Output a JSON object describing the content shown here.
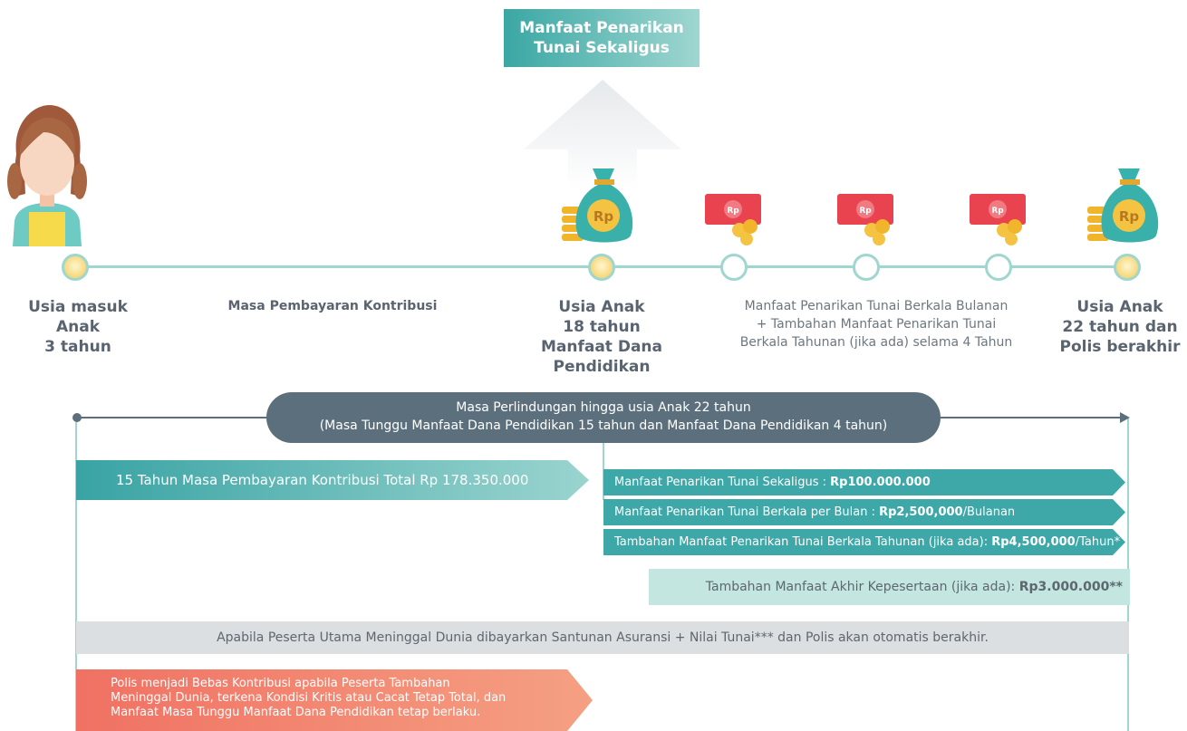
{
  "banner": {
    "line1": "Manfaat Penarikan",
    "line2": "Tunai Sekaligus"
  },
  "stages": {
    "entry": {
      "line1": "Usia masuk",
      "line2": "Anak",
      "line3": "3 tahun"
    },
    "payment_period": "Masa Pembayaran Kontribusi",
    "age18": {
      "line1": "Usia Anak",
      "line2": "18 tahun",
      "line3": "Manfaat Dana",
      "line4": "Pendidikan"
    },
    "periodic": {
      "line1": "Manfaat Penarikan Tunai Berkala Bulanan",
      "line2": "+ Tambahan Manfaat Penarikan Tunai",
      "line3": "Berkala Tahunan (jika ada) selama 4 Tahun"
    },
    "age22": {
      "line1": "Usia Anak",
      "line2": "22 tahun dan",
      "line3": "Polis berakhir"
    }
  },
  "protection": {
    "line1": "Masa Perlindungan hingga usia Anak 22 tahun",
    "line2": "(Masa Tunggu Manfaat Dana Pendidikan 15 tahun dan Manfaat Dana Pendidikan 4 tahun)"
  },
  "contribution": "15 Tahun Masa Pembayaran Kontribusi Total Rp 178.350.000",
  "benefits": {
    "lump_sum": {
      "label": "Manfaat Penarikan Tunai Sekaligus : ",
      "amount": "Rp100.000.000",
      "suffix": ""
    },
    "monthly": {
      "label": "Manfaat Penarikan Tunai Berkala per Bulan : ",
      "amount": "Rp2,500,000",
      "suffix": "/Bulanan"
    },
    "yearly": {
      "label": "Tambahan Manfaat Penarikan Tunai Berkala Tahunan (jika ada): ",
      "amount": "Rp4,500,000",
      "suffix": "/Tahun*"
    },
    "end_of_membership": {
      "label": "Tambahan Manfaat Akhir Kepesertaan (jika ada): ",
      "amount": "Rp3.000.000**"
    }
  },
  "death_benefit": "Apabila Peserta Utama Meninggal Dunia dibayarkan Santunan Asuransi + Nilai Tunai*** dan Polis akan otomatis berakhir.",
  "waiver": {
    "line1": "Polis menjadi Bebas Kontribusi apabila Peserta Tambahan",
    "line2": "Meninggal Dunia, terkena Kondisi Kritis atau Cacat Tetap Total, dan",
    "line3": "Manfaat Masa Tunggu Manfaat Dana Pendidikan tetap berlaku."
  },
  "icons": {
    "child": "girl-avatar-icon",
    "money_bag": "money-bag-rp-icon",
    "banknote": "banknote-coins-icon",
    "arrow_up": "arrow-up-icon"
  },
  "colors": {
    "teal": "#3ea7a8",
    "light_teal": "#9fd6cf",
    "slate": "#5c6f7c",
    "coral": "#f07163",
    "grey": "#dcdfe2"
  }
}
